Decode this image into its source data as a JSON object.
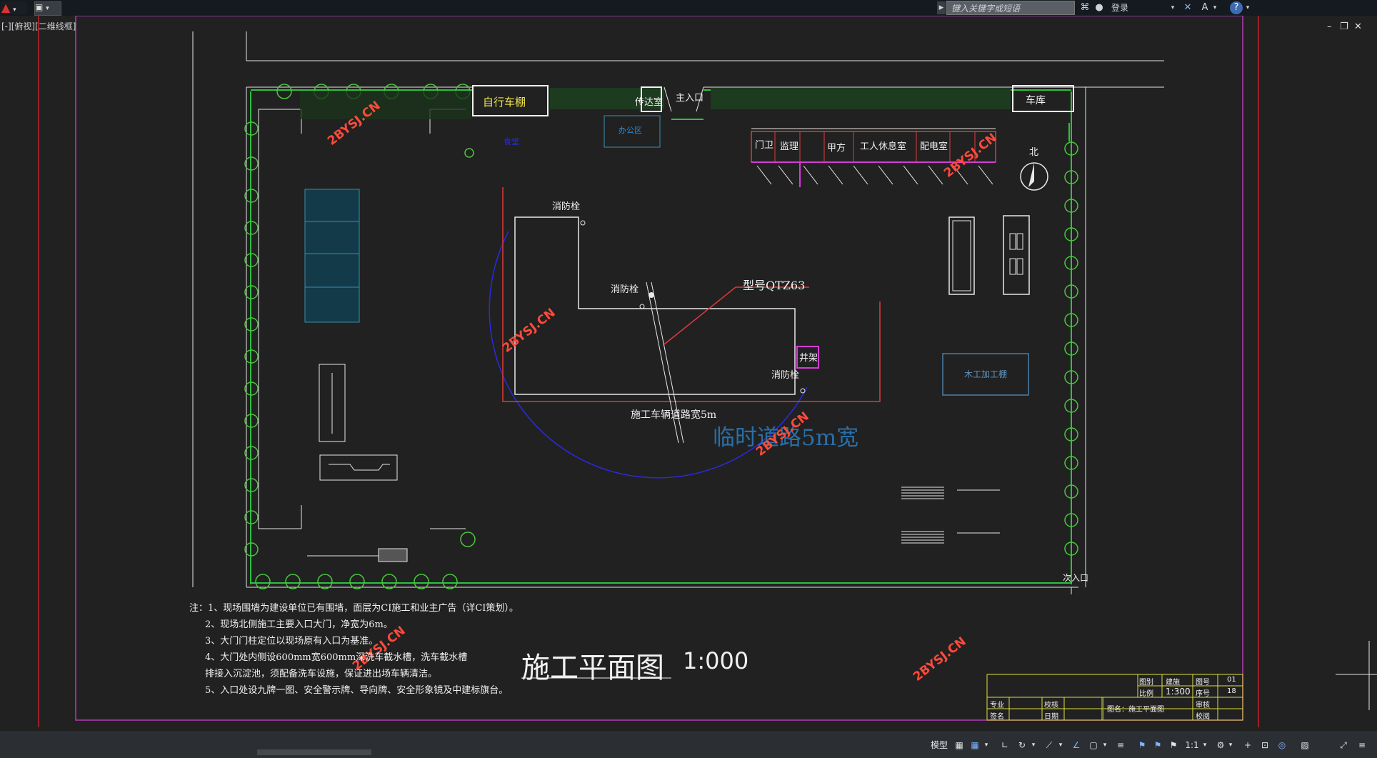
{
  "app": {
    "search_placeholder": "键入关键字或短语",
    "login_label": "登录"
  },
  "viewport": {
    "label": "[-][俯视][二维线框]"
  },
  "drawing": {
    "rooms": {
      "bike_shed": "自行车棚",
      "guard": "传达室",
      "main_entrance": "主入口",
      "garage": "车库",
      "gate_guard": "门卫",
      "supervision": "监理",
      "owner": "甲方",
      "worker_rest": "工人休息室",
      "power_room": "配电室",
      "north": "北",
      "carpentry": "木工加工棚",
      "hoist": "井架",
      "secondary_entrance": "次入口",
      "small_label": "办公区",
      "blue_label": "食堂"
    },
    "hydrants": [
      "消防栓",
      "消防栓",
      "消防栓"
    ],
    "crane_model": "型号QTZ63",
    "road_label": "施工车辆道路宽5m",
    "temp_road": "临时道路5m宽",
    "watermarks": [
      "2BYSJ.CN",
      "2BYSJ.CN",
      "2BYSJ.CN",
      "2BYSJ.CN",
      "2BYSJ.CN",
      "2BYSJ.CN"
    ],
    "title": "施工平面图",
    "scale_text": "1:000",
    "notes": [
      "注：1、现场围墙为建设单位已有围墙，面层为CI施工和业主广告（详CI策划）。",
      "2、现场北侧施工主要入口大门，净宽为6m。",
      "3、大门门柱定位以现场原有入口为基准。",
      "4、大门处内侧设600mm宽600mm深洗车截水槽，洗车截水槽",
      "排接入沉淀池，须配备洗车设施，保证进出场车辆清洁。",
      "5、入口处设九牌一图、安全警示牌、导向牌、安全形象镜及中建标旗台。"
    ],
    "title_block": {
      "r1": [
        "图别",
        "建施",
        "图号",
        "01"
      ],
      "r2": [
        "比例",
        "1:300",
        "序号",
        "18"
      ],
      "r3": [
        "专业",
        "",
        "校核",
        "",
        "图名：施工平面图",
        "",
        "审核",
        ""
      ],
      "r4": [
        "签名",
        "",
        "日期",
        "",
        "",
        "",
        "校阅",
        ""
      ]
    }
  },
  "status": {
    "model_label": "模型",
    "scale": "1:1"
  }
}
